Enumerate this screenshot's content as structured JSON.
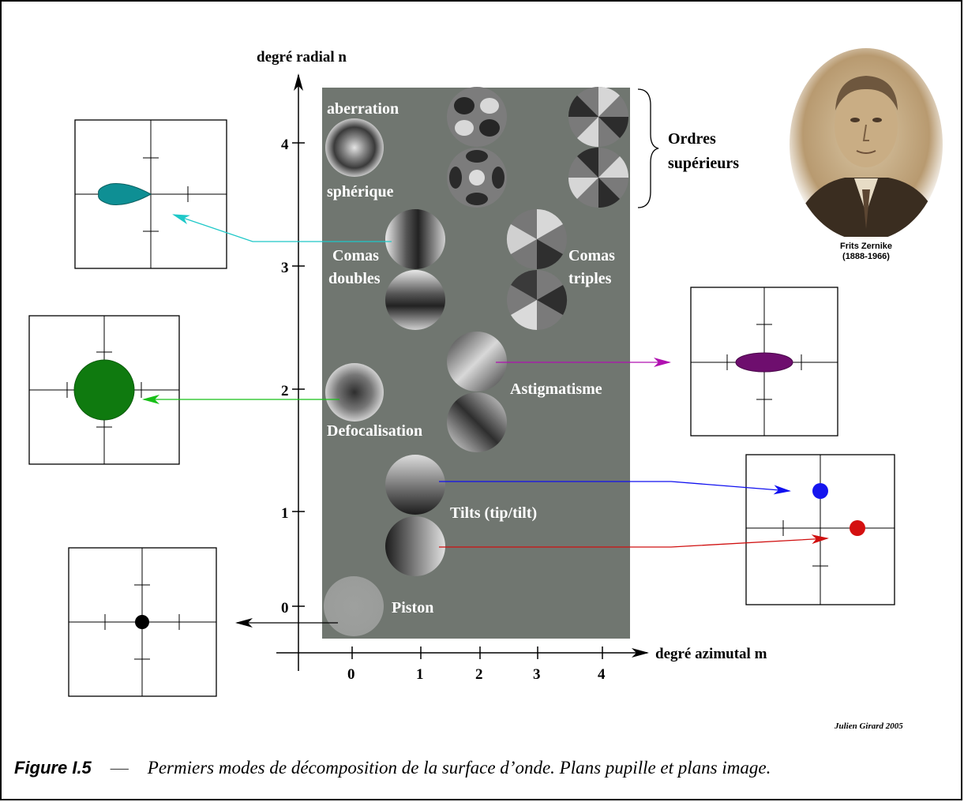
{
  "axes": {
    "y_label": "degré radial n",
    "x_label": "degré azimutal m",
    "y_ticks": [
      "0",
      "1",
      "2",
      "3",
      "4"
    ],
    "x_ticks": [
      "0",
      "1",
      "2",
      "3",
      "4"
    ]
  },
  "modes": {
    "piston": "Piston",
    "tilts": "Tilts (tip/tilt)",
    "defocus": "Defocalisation",
    "astig": "Astigmatisme",
    "coma_double_1": "Comas",
    "coma_double_2": "doubles",
    "coma_triple_1": "Comas",
    "coma_triple_2": "triples",
    "spherical_1": "aberration",
    "spherical_2": "sphérique"
  },
  "higher_orders": {
    "line1": "Ordres",
    "line2": "supérieurs"
  },
  "portrait": {
    "name": "Frits Zernike",
    "years": "(1888-1966)"
  },
  "credit": "Julien Girard 2005",
  "caption": {
    "figure": "Figure I.5",
    "dash": "—",
    "text": "Permiers modes de décomposition de la surface d’onde. Plans pupille et plans image."
  },
  "colors": {
    "panel": "#707670",
    "spherical_psf": "#0e8f94",
    "defocus_psf": "#0f7a0f",
    "astig_psf": "#6e0e6e",
    "tip_psf": "#1515ee",
    "tilt_psf": "#d41010",
    "piston_psf": "#000000"
  }
}
